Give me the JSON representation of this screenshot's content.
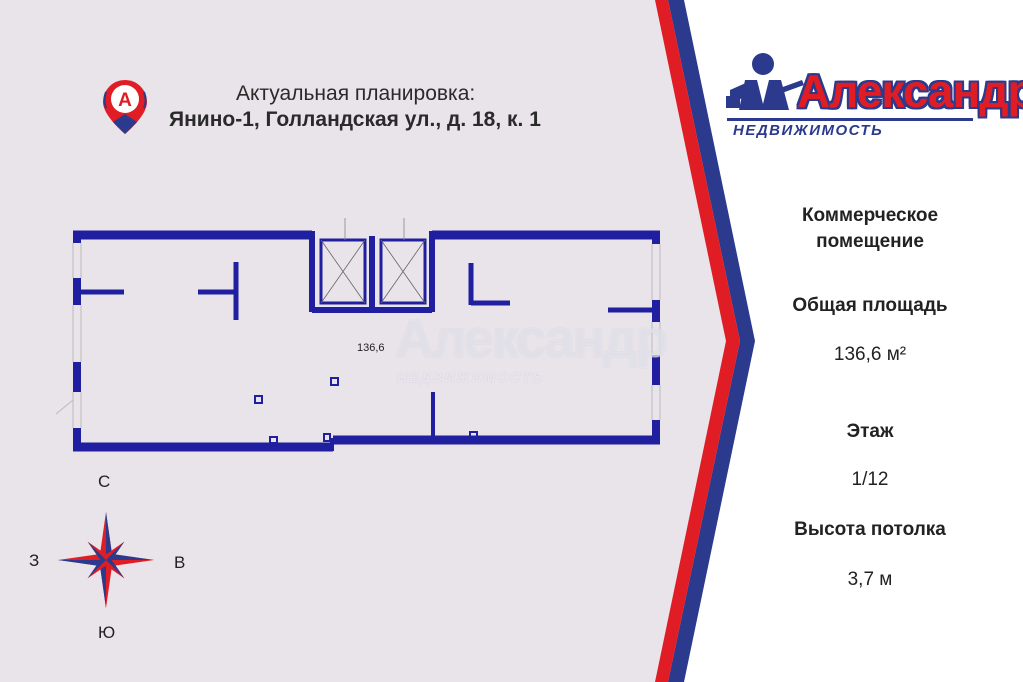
{
  "header": {
    "line1": "Актуальная планировка:",
    "line2": "Янино-1, Голландская ул., д. 18, к. 1"
  },
  "logo": {
    "pin_letter": "A",
    "brand_name": "Александр",
    "brand_sub": "НЕДВИЖИМОСТЬ"
  },
  "plan": {
    "room_area": "136,6",
    "watermark_name": "Александр",
    "watermark_sub": "НЕДВИЖИМОСТЬ"
  },
  "compass": {
    "north": "С",
    "south": "Ю",
    "west": "З",
    "east": "В"
  },
  "info": {
    "type_label_1": "Коммерческое",
    "type_label_2": "помещение",
    "area_label": "Общая площадь",
    "area_value": "136,6 м²",
    "floor_label": "Этаж",
    "floor_value": "1/12",
    "ceiling_label": "Высота потолка",
    "ceiling_value": "3,7 м"
  },
  "colors": {
    "background": "#e9e3ea",
    "brand_red": "#e01d24",
    "brand_blue": "#2b3a8c",
    "wall": "#1f1fa0"
  }
}
